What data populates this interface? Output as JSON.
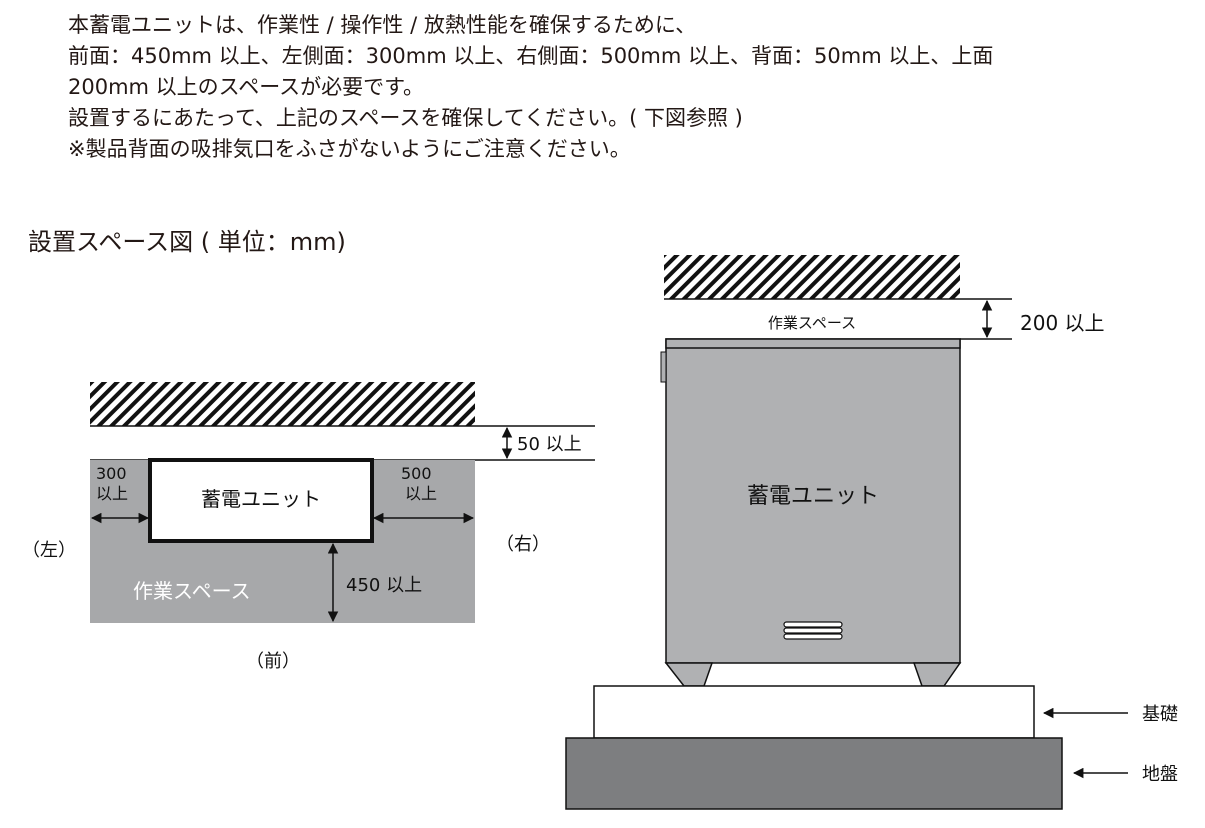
{
  "intro": {
    "lines": [
      "本蓄電ユニットは、作業性 / 操作性 / 放熱性能を確保するために、",
      "前面：450mm 以上、左側面：300mm 以上、右側面：500mm 以上、背面：50mm 以上、上面",
      "200mm 以上のスペースが必要です。",
      "設置するにあたって、上記のスペースを確保してください。( 下図参照 )",
      "※製品背面の吸排気口をふさがないようにご注意ください。"
    ]
  },
  "diagram_title": "設置スペース図 ( 単位：mm)",
  "plan_view": {
    "unit_label": "蓄電ユニット",
    "workspace_label": "作業スペース",
    "left_dim": [
      "300",
      "以上"
    ],
    "right_dim": [
      "500",
      "以上"
    ],
    "front_dim": "450 以上",
    "back_dim": "50 以上",
    "left_side": "（左）",
    "right_side": "（右）",
    "front_side": "（前）"
  },
  "side_view": {
    "unit_label": "蓄電ユニット",
    "workspace_label": "作業スペース",
    "top_dim": "200 以上",
    "foundation_label": "基礎",
    "ground_label": "地盤"
  },
  "colors": {
    "workspace_gray": "#a7a8aa",
    "unit_gray": "#b0b1b3",
    "ground_gray": "#7d7e80",
    "line": "#111111"
  }
}
